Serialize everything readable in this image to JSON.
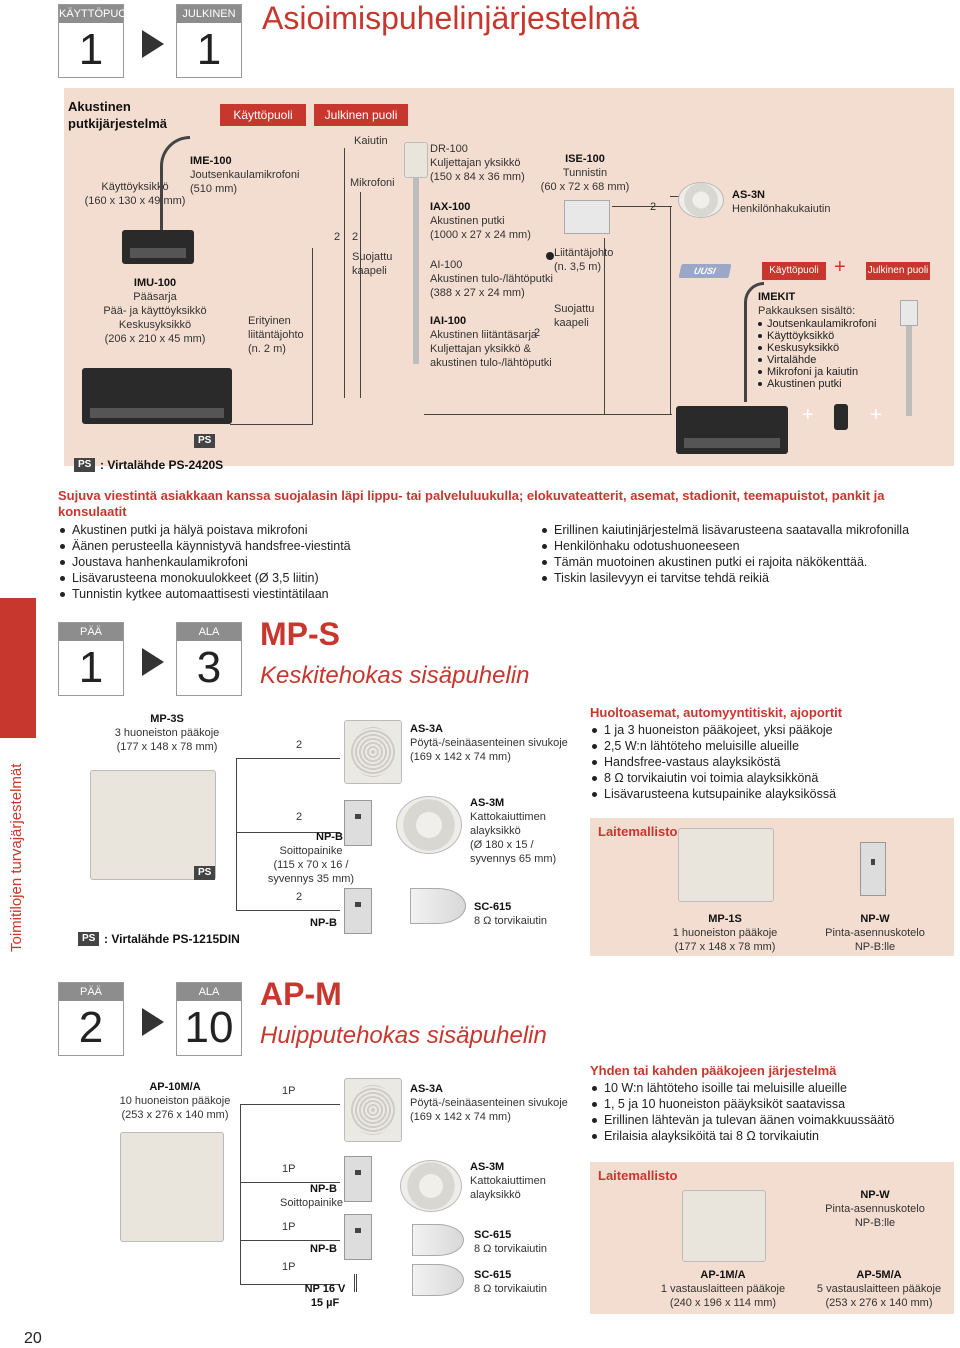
{
  "header": {
    "left_badge": {
      "label": "KÄYTTÖPUOLI",
      "number": "1"
    },
    "right_badge": {
      "label": "JULKINEN PUOLI",
      "number": "1"
    },
    "title": "Asioimispuhelinjärjestelmä"
  },
  "panel1": {
    "system_title": "Akustinen putkijärjestelmä",
    "kayttopuoli": "Käyttöpuoli",
    "julkinen_puoli": "Julkinen puoli",
    "kayttoyksikko": "Käyttöyksikkö",
    "kayttoyksikko_dim": "(160 x 130 x 49 mm)",
    "ime_code": "IME-100",
    "ime_desc": "Joutsenkaulamikrofoni",
    "ime_dim": "(510 mm)",
    "imu_code": "IMU-100",
    "imu_l1": "Pääsarja",
    "imu_l2": "Pää- ja käyttöyksikkö",
    "imu_l3": "Keskusyksikkö",
    "imu_l4": "(206 x 210 x 45 mm)",
    "erityinen_l1": "Erityinen",
    "erityinen_l2": "liitäntäjohto",
    "erityinen_l3": "(n. 2 m)",
    "kaiutin": "Kaiutin",
    "mikrofoni": "Mikrofoni",
    "two_a": "2",
    "two_b": "2",
    "suojattu_a_l1": "Suojattu",
    "suojattu_a_l2": "kaapeli",
    "dr_code": "DR-100",
    "dr_desc": "Kuljettajan yksikkö",
    "dr_dim": "(150 x 84 x 36 mm)",
    "iax_code": "IAX-100",
    "iax_desc": "Akustinen putki",
    "iax_dim": "(1000 x 27 x 24 mm)",
    "ai_code": "AI-100",
    "ai_desc": "Akustinen tulo-/lähtöputki",
    "ai_dim": "(388 x 27 x 24 mm)",
    "iai_code": "IAI-100",
    "iai_l1": "Akustinen liitäntäsarja",
    "iai_l2": "Kuljettajan yksikkö &",
    "iai_l3": "akustinen tulo-/lähtöputki",
    "two_c": "2",
    "ise_code": "ISE-100",
    "ise_desc": "Tunnistin",
    "ise_dim": "(60 x 72 x 68 mm)",
    "liitanta_l1": "Liitäntäjohto",
    "liitanta_l2": "(n. 3,5 m)",
    "suojattu_b_l1": "Suojattu",
    "suojattu_b_l2": "kaapeli",
    "two_d": "2",
    "as3n_code": "AS-3N",
    "as3n_desc": "Henkilönhakukaiutin",
    "uusi": "UUSI",
    "k_small": "Käyttöpuoli",
    "plus": "+",
    "j_small": "Julkinen puoli",
    "imekit_title": "IMEKIT",
    "imekit_sub": "Pakkauksen sisältö:",
    "imekit_items": [
      "Joutsenkaulamikrofoni",
      "Käyttöyksikkö",
      "Keskusyksikkö",
      "Virtalähde",
      "Mikrofoni ja kaiutin",
      "Akustinen putki"
    ],
    "plus2": "+",
    "plus3": "+",
    "ps_tag": "PS"
  },
  "ps_legend1": {
    "tag": "PS",
    "text": ": Virtalähde PS-2420S"
  },
  "usage": {
    "title": "Sujuva viestintä asiakkaan kanssa suojalasin läpi lippu- tai palveluluukulla; elokuvateatterit, asemat, stadionit, teemapuistot, pankit ja konsulaatit",
    "left_bullets": [
      "Akustinen putki ja hälyä poistava mikrofoni",
      "Äänen perusteella käynnistyvä handsfree-viestintä",
      "Joustava hanhenkaulamikrofoni",
      "Lisävarusteena monokuulokkeet (Ø 3,5 liitin)",
      "Tunnistin kytkee automaattisesti viestintätilaan"
    ],
    "right_bullets": [
      "Erillinen kaiutinjärjestelmä lisävarusteena saatavalla mikrofonilla",
      "Henkilönhaku odotushuoneeseen",
      "Tämän muotoinen akustinen putki ei rajoita näkökenttää.",
      "Tiskin lasilevyyn ei tarvitse tehdä reikiä"
    ]
  },
  "sidebar": {
    "vertical_text": "Toimitilojen turvajärjestelmät",
    "page_number": "20"
  },
  "mps": {
    "badge_left": {
      "label": "PÄÄ",
      "number": "1"
    },
    "badge_right": {
      "label": "ALA",
      "number": "3"
    },
    "title": "MP-S",
    "subtitle": "Keskitehokas sisäpuhelin",
    "main_code": "MP-3S",
    "main_l1": "3 huoneiston pääkoje",
    "main_l2": "(177 x 148 x 78 mm)",
    "ps_tag": "PS",
    "two_1": "2",
    "two_2": "2",
    "two_3": "2",
    "npb1_code": "NP-B",
    "npb1_l1": "Soittopainike",
    "npb1_l2": "(115 x 70 x 16 /",
    "npb1_l3": "syvennys 35 mm)",
    "npb2_code": "NP-B",
    "as3a_code": "AS-3A",
    "as3a_desc": "Pöytä-/seinäasenteinen sivukoje",
    "as3a_dim": "(169 x 142 x 74 mm)",
    "as3m_code": "AS-3M",
    "as3m_l1": "Kattokaiuttimen",
    "as3m_l2": "alayksikkö",
    "as3m_l3": "(Ø 180 x 15 /",
    "as3m_l4": "syvennys 65 mm)",
    "sc615_code": "SC-615",
    "sc615_desc": "8 Ω torvikaiutin",
    "ps_legend": {
      "tag": "PS",
      "text": ": Virtalähde PS-1215DIN"
    },
    "feature_title": "Huoltoasemat, automyyntitiskit, ajoportit",
    "features": [
      "1 ja 3 huoneiston pääkojeet, yksi pääkoje",
      "2,5 W:n lähtöteho meluisille alueille",
      "Handsfree-vastaus alayksiköstä",
      "8 Ω torvikaiutin voi toimia alayksikkönä",
      "Lisävarusteena kutsupainike alayksikössä"
    ],
    "laite_title": "Laitemallisto",
    "mp1s_code": "MP-1S",
    "mp1s_l1": "1 huoneiston pääkoje",
    "mp1s_l2": "(177 x 148 x 78 mm)",
    "npw_code": "NP-W",
    "npw_l1": "Pinta-asennuskotelo",
    "npw_l2": "NP-B:lle"
  },
  "apm": {
    "badge_left": {
      "label": "PÄÄ",
      "number": "2"
    },
    "badge_right": {
      "label": "ALA",
      "number": "10"
    },
    "title": "AP-M",
    "subtitle": "Huipputehokas sisäpuhelin",
    "main_code": "AP-10M/A",
    "main_l1": "10 huoneiston pääkoje",
    "main_l2": "(253 x 276 x 140 mm)",
    "one_p_1": "1P",
    "one_p_2": "1P",
    "one_p_3": "1P",
    "one_p_4": "1P",
    "as3a_code": "AS-3A",
    "as3a_desc": "Pöytä-/seinäasenteinen sivukoje",
    "as3a_dim": "(169 x 142 x 74 mm)",
    "npb1_code": "NP-B",
    "npb1_l1": "Soittopainike",
    "npb2_code": "NP-B",
    "np16_code": "NP 16 V",
    "np16_l1": "15 µF",
    "as3m_code": "AS-3M",
    "as3m_l1": "Kattokaiuttimen",
    "as3m_l2": "alayksikkö",
    "sc615a_code": "SC-615",
    "sc615a_desc": "8 Ω torvikaiutin",
    "sc615b_code": "SC-615",
    "sc615b_desc": "8 Ω torvikaiutin",
    "feature_title": "Yhden tai kahden pääkojeen järjestelmä",
    "features": [
      "10 W:n lähtöteho isoille tai meluisille alueille",
      "1, 5 ja 10 huoneiston pääyksiköt saatavissa",
      "Erillinen lähtevän ja tulevan äänen voimakkuussäätö",
      "Erilaisia alayksiköitä tai 8 Ω torvikaiutin"
    ],
    "laite_title": "Laitemallisto",
    "npw_code": "NP-W",
    "npw_l1": "Pinta-asennuskotelo",
    "npw_l2": "NP-B:lle",
    "ap1m_code": "AP-1M/A",
    "ap1m_l1": "1 vastauslaitteen pääkoje",
    "ap1m_l2": "(240 x 196 x 114 mm)",
    "ap5m_code": "AP-5M/A",
    "ap5m_l1": "5 vastauslaitteen pääkoje",
    "ap5m_l2": "(253 x 276 x 140 mm)"
  }
}
